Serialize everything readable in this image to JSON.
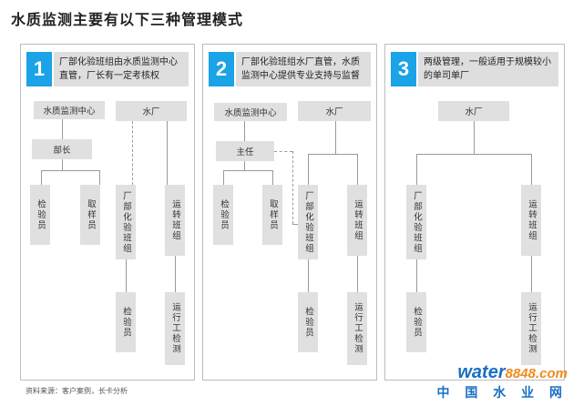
{
  "title": "水质监测主要有以下三种管理模式",
  "source": "资料来源：客户案例，长卡分析",
  "watermark": {
    "logo_a": "water",
    "logo_b": "8848",
    "logo_c": ".com",
    "cn": "中 国 水 业 网"
  },
  "colors": {
    "accent": "#1aa3e6",
    "box": "#e0e0e0"
  },
  "panels": [
    {
      "number": "1",
      "desc": "厂部化验班组由水质监测中心直管，厂长有一定考核权",
      "top_a": "水质监测中心",
      "top_b": "水厂",
      "mid": "部长",
      "leaves": [
        "检验员",
        "取样员",
        "厂部化验班组",
        "运转班组"
      ],
      "sub": [
        "检验员",
        "运行工检测"
      ]
    },
    {
      "number": "2",
      "desc": "厂部化验班组水厂直管，水质监测中心提供专业支持与监督",
      "top_a": "水质监测中心",
      "top_b": "水厂",
      "mid": "主任",
      "leaves": [
        "检验员",
        "取样员",
        "厂部化验班组",
        "运转班组"
      ],
      "sub": [
        "检验员",
        "运行工检测"
      ]
    },
    {
      "number": "3",
      "desc": "两级管理，一般适用于规模较小的单司单厂",
      "top_b": "水厂",
      "leaves": [
        "厂部化验班组",
        "运转班组"
      ],
      "sub": [
        "检验员",
        "运行工检测"
      ]
    }
  ]
}
